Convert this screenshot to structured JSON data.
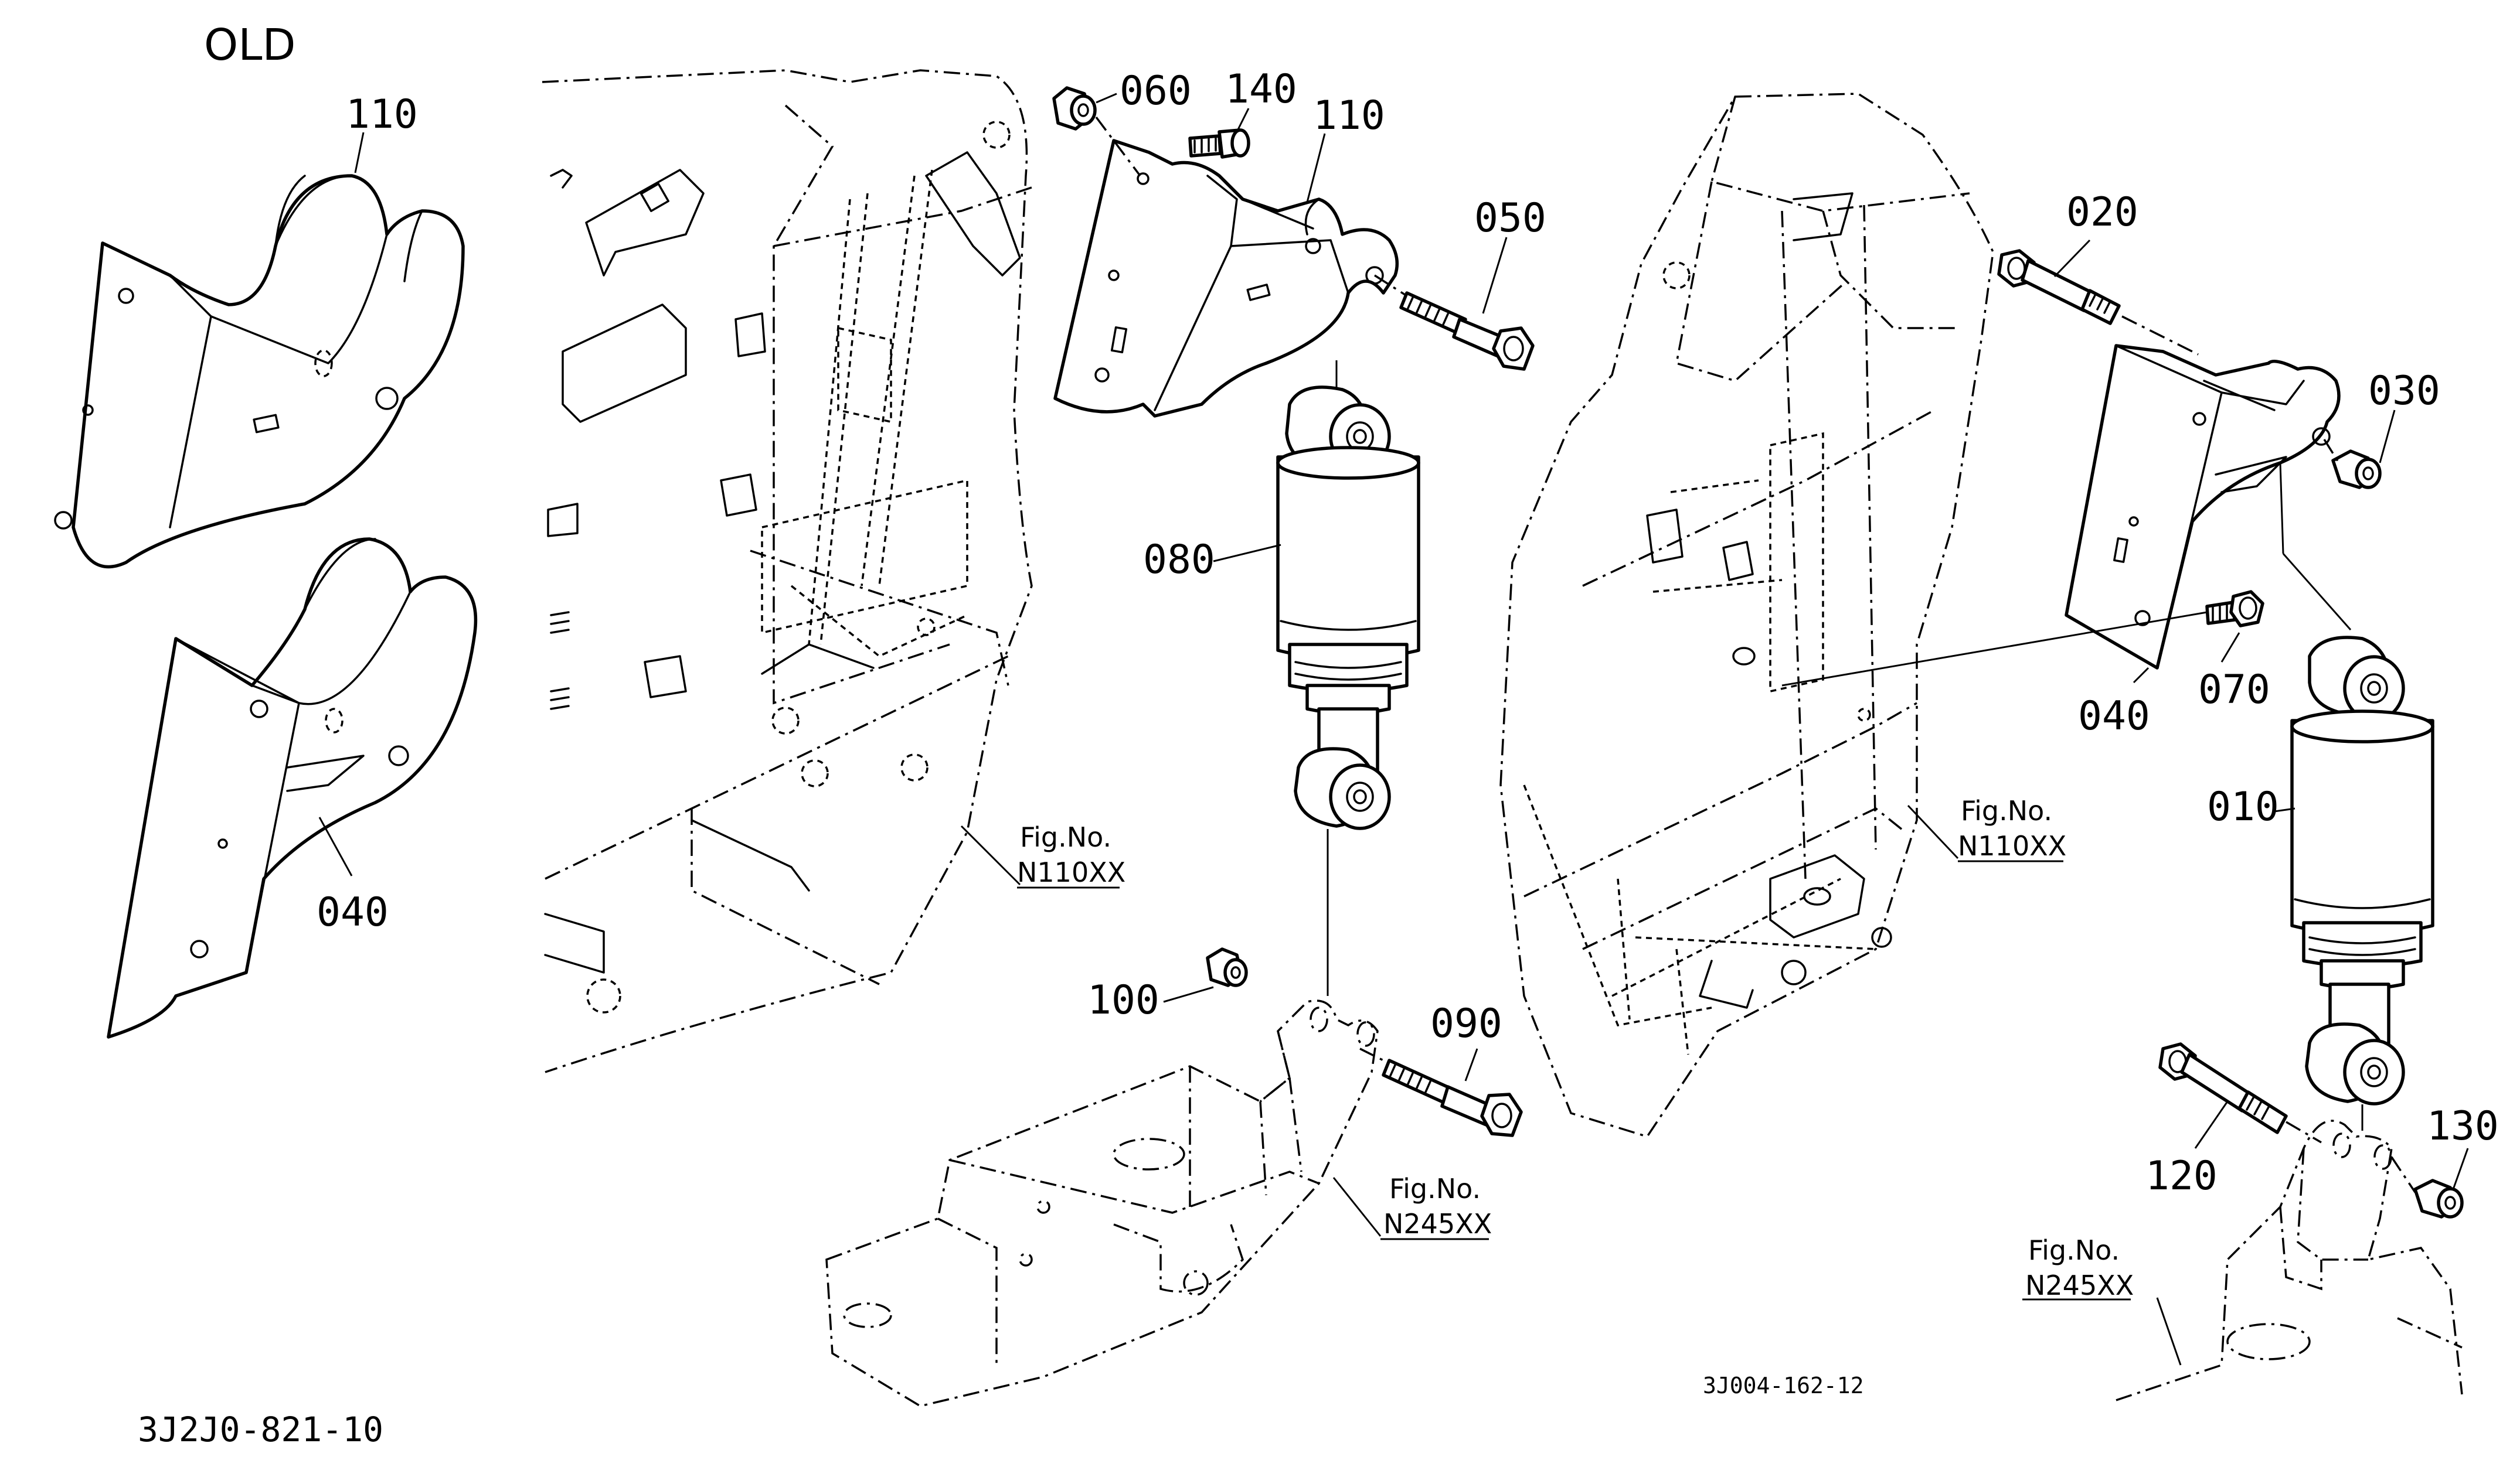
{
  "variant_label": "OLD",
  "callouts": {
    "c110_old": "110",
    "c040_old": "040",
    "c060": "060",
    "c140": "140",
    "c110": "110",
    "c050": "050",
    "c080": "080",
    "c100": "100",
    "c090": "090",
    "c020": "020",
    "c030": "030",
    "c070": "070",
    "c040": "040",
    "c010": "010",
    "c120": "120",
    "c130": "130"
  },
  "figure_refs": {
    "frame_left": {
      "line1": "Fig.No.",
      "line2": "N110XX"
    },
    "mount_left": {
      "line1": "Fig.No.",
      "line2": "N245XX"
    },
    "frame_right": {
      "line1": "Fig.No.",
      "line2": "N110XX"
    },
    "mount_right": {
      "line1": "Fig.No.",
      "line2": "N245XX"
    }
  },
  "drawing_code": "3J004-162-12",
  "diagram_code": "3J2J0-821-10"
}
